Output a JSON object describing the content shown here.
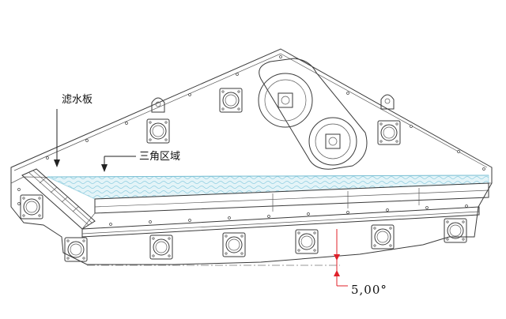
{
  "labels": {
    "filter_plate": "滤水板",
    "triangle_zone": "三角区域",
    "angle": "5,00°"
  },
  "colors": {
    "line": "#3a3a3a",
    "water": "#9fd3e2",
    "water_fill": "#e4f4f8",
    "dimension": "#e0202a"
  },
  "icons": {
    "mounting_bracket": "bracket-icon",
    "exciter": "exciter-icon",
    "spring_seat": "spring-seat-icon"
  }
}
